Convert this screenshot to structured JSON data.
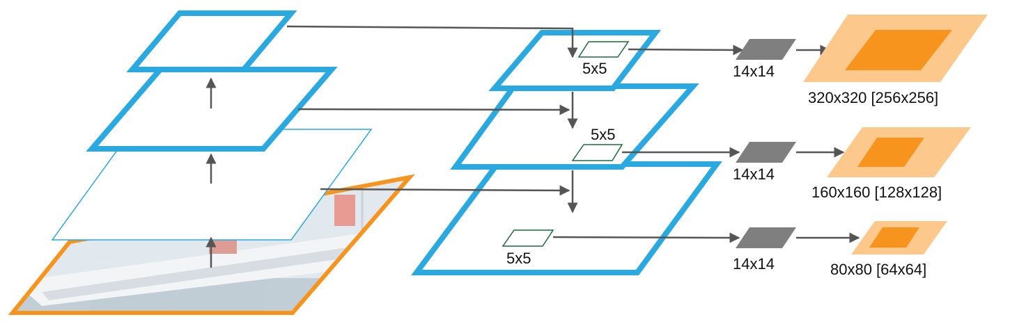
{
  "colors": {
    "pyramid_blue": "#2aa9e0",
    "thin_blue": "#2aa9e0",
    "arrow_gray": "#555555",
    "window_green": "#1a6b3a",
    "feature_gray": "#7f7f7f",
    "mask_outer": "#fcc88c",
    "mask_inner": "#f7941d",
    "image_border": "#f7941d"
  },
  "image": {
    "description_icon": "sailboat-photo"
  },
  "levels": [
    {
      "window_label": "5x5",
      "feature_label": "14x14",
      "mask_label": "320x320 [256x256]"
    },
    {
      "window_label": "5x5",
      "feature_label": "14x14",
      "mask_label": "160x160 [128x128]"
    },
    {
      "window_label": "5x5",
      "feature_label": "14x14",
      "mask_label": "80x80 [64x64]"
    }
  ]
}
